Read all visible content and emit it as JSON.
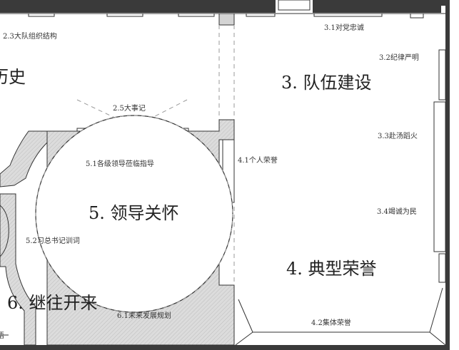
{
  "zones": {
    "history": {
      "title": "历史",
      "sub_org": "2.3大队组织结构",
      "sub_events": "2.5大事记"
    },
    "team": {
      "title": "3. 队伍建设",
      "items": [
        "3.1对党忠诚",
        "3.2纪律严明",
        "3.3赴汤蹈火",
        "3.4竭诚为民"
      ]
    },
    "honor": {
      "title": "4. 典型荣誉",
      "personal": "4.1个人荣誉",
      "collective": "4.2集体荣誉"
    },
    "leader": {
      "title": "5. 领导关怀",
      "visit": "5.1各级领导莅临指导",
      "speech": "5.2习总书记训词"
    },
    "future": {
      "title": "6. 继往开来",
      "plan": "6.1未来发展规划",
      "cut_label": "语"
    }
  }
}
